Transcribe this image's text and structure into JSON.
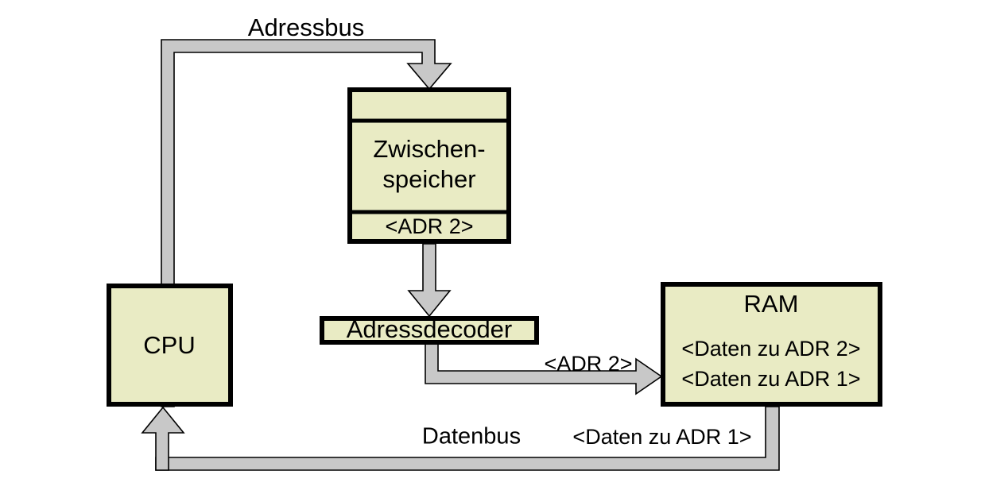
{
  "diagram": {
    "title": "Speicherzugriff CPU RAM",
    "background_color": "#ffffff",
    "box_fill_color": "#e9ebc4",
    "bus_fill_color": "#c8c8c8",
    "outline_color": "#000000"
  },
  "labels": {
    "adressbus": "Adressbus",
    "datenbus": "Datenbus"
  },
  "boxes": {
    "cpu": {
      "label": "CPU"
    },
    "zwischenspeicher": {
      "top_band": "",
      "line1": "Zwischen-",
      "line2": "speicher",
      "bottom_band": "<ADR 2>"
    },
    "adressdecoder": {
      "label": "Adressdecoder"
    },
    "ram": {
      "title": "RAM",
      "line1": "<Daten zu ADR 2>",
      "line2": "<Daten zu ADR 1>"
    }
  },
  "bus_labels": {
    "adr2_to_ram": "<ADR 2>",
    "daten_zu_adr1": "<Daten zu ADR 1>"
  }
}
